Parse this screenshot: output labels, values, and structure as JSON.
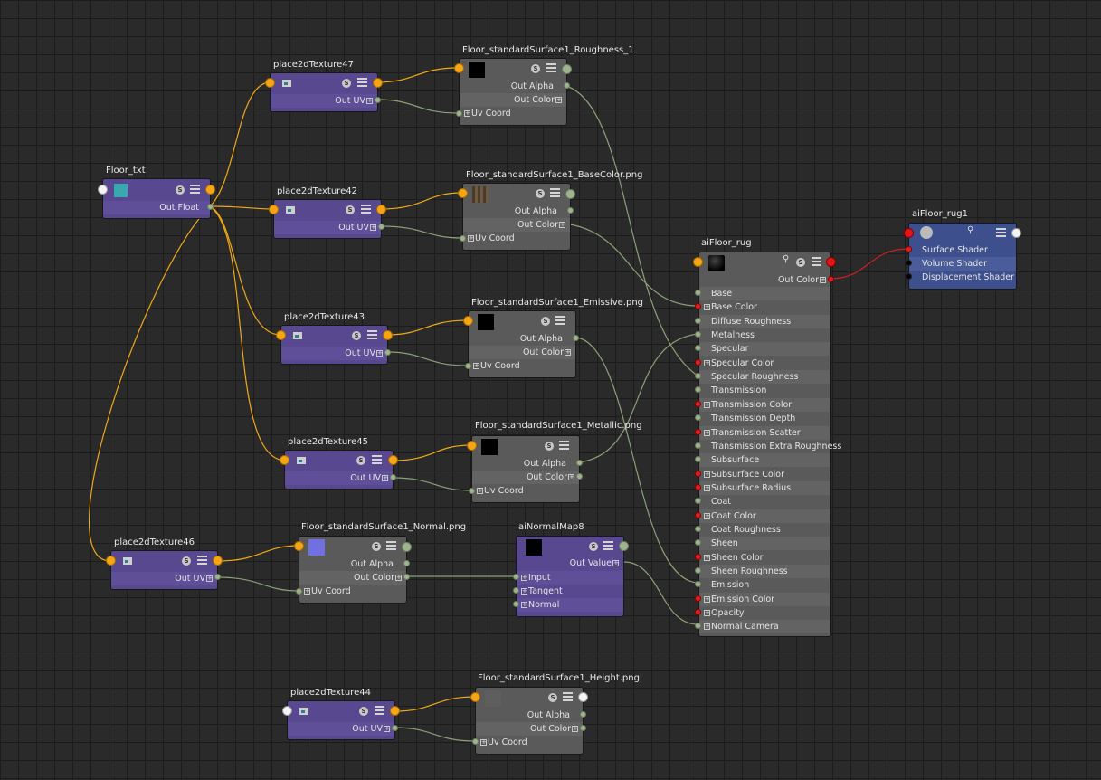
{
  "nodes": {
    "floor_txt": {
      "title": "Floor_txt",
      "out": "Out Float"
    },
    "p47": {
      "title": "place2dTexture47",
      "out": "Out UV"
    },
    "p42": {
      "title": "place2dTexture42",
      "out": "Out UV"
    },
    "p43": {
      "title": "place2dTexture43",
      "out": "Out UV"
    },
    "p45": {
      "title": "place2dTexture45",
      "out": "Out UV"
    },
    "p46": {
      "title": "place2dTexture46",
      "out": "Out UV"
    },
    "p44": {
      "title": "place2dTexture44",
      "out": "Out UV"
    },
    "rough": {
      "title": "Floor_standardSurface1_Roughness_1",
      "alpha": "Out Alpha",
      "color": "Out Color",
      "uv": "Uv Coord"
    },
    "base": {
      "title": "Floor_standardSurface1_BaseColor.png",
      "alpha": "Out Alpha",
      "color": "Out Color",
      "uv": "Uv Coord"
    },
    "emis": {
      "title": "Floor_standardSurface1_Emissive.png",
      "alpha": "Out Alpha",
      "color": "Out Color",
      "uv": "Uv Coord"
    },
    "metal": {
      "title": "Floor_standardSurface1_Metallic.png",
      "alpha": "Out Alpha",
      "color": "Out Color",
      "uv": "Uv Coord"
    },
    "normal": {
      "title": "Floor_standardSurface1_Normal.png",
      "alpha": "Out Alpha",
      "color": "Out Color",
      "uv": "Uv Coord"
    },
    "height": {
      "title": "Floor_standardSurface1_Height.png",
      "alpha": "Out Alpha",
      "color": "Out Color",
      "uv": "Uv Coord"
    },
    "nmap": {
      "title": "aiNormalMap8",
      "out": "Out Value",
      "inputs": [
        "Input",
        "Tangent",
        "Normal"
      ]
    },
    "rug": {
      "title": "aiFloor_rug",
      "out": "Out Color",
      "attrs": [
        "Base",
        "Base Color",
        "Diffuse Roughness",
        "Metalness",
        "Specular",
        "Specular Color",
        "Specular Roughness",
        "Transmission",
        "Transmission Color",
        "Transmission Depth",
        "Transmission Scatter",
        "Transmission Extra Roughness",
        "Subsurface",
        "Subsurface Color",
        "Subsurface Radius",
        "Coat",
        "Coat Color",
        "Coat Roughness",
        "Sheen",
        "Sheen Color",
        "Sheen Roughness",
        "Emission",
        "Emission Color",
        "Opacity",
        "Normal Camera"
      ]
    },
    "sg": {
      "title": "aiFloor_rug1",
      "inputs": [
        "Surface Shader",
        "Volume Shader",
        "Displacement Shader"
      ]
    }
  },
  "colors": {
    "wire_uv": "#f0a818",
    "wire_data": "#8aa078",
    "wire_shader": "#cc2020",
    "floor_txt_swatch": "#3aa8b0",
    "normal_swatch": "#7070e0"
  }
}
